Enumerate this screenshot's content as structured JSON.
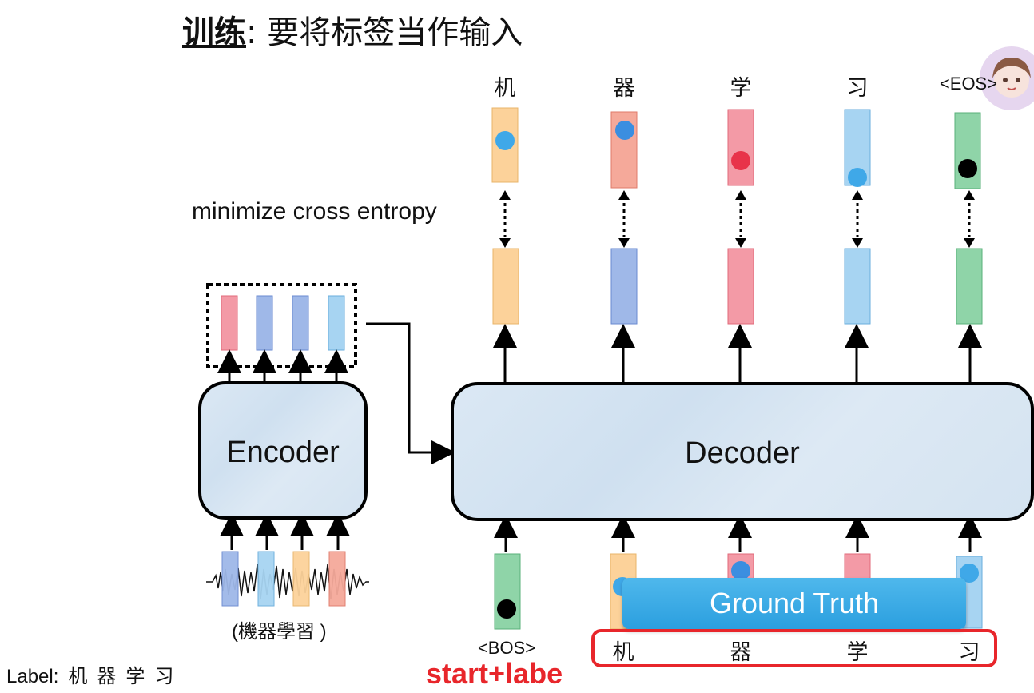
{
  "title": {
    "keyword": "训练",
    "rest": ": 要将标签当作输入"
  },
  "loss_note": "minimize cross entropy",
  "encoder_label": "Encoder",
  "decoder_label": "Decoder",
  "encoder_input_text": "(機器學習 )",
  "output_tokens": [
    "机",
    "器",
    "学",
    "习",
    "<EOS>"
  ],
  "bos_token": "<BOS>",
  "ground_truth_label": "Ground Truth",
  "ground_truth_tokens": [
    "机",
    "器",
    "学",
    "习"
  ],
  "start_label_text": "start+labe",
  "label_line": {
    "prefix": "Label:",
    "chars": [
      "机",
      "器",
      "学",
      "习"
    ]
  },
  "colors": {
    "orange": "#fcd29a",
    "salmon": "#f5a99a",
    "pink": "#f39aa6",
    "blue": "#9fb8e8",
    "lightblue": "#a7d4f2",
    "green": "#8fd4a8",
    "red_highlight": "#e8262b",
    "ground_truth": "#2b9fdf"
  }
}
